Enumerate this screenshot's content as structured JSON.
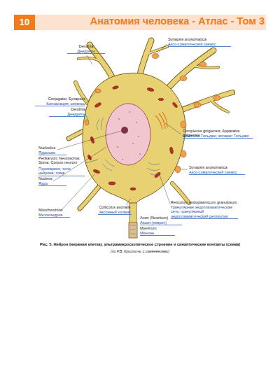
{
  "diagram": {
    "title": "Анатомия человека - Атлас - Том 3",
    "caption": "Рис. 5. Нейрон (нервная клетка), ультрамикроскопическое строение и синаптические контакты (схема)",
    "labels": [
      "10",
      "Dendrita",
      "Дендриты",
      "Synapsis axosomatica",
      "Аксо-соматический синапс",
      "Conjugatio; Synapses",
      "Конъюгация; синапсы",
      "Dendrita",
      "Дендриты",
      "Complexus golgiensis; Apparatus golgiensis",
      "Комплекс Гольджи; аппарат Гольджи",
      "Nucleolus",
      "Ядрышко",
      "Perikaryon; Neurosoma; Soma; Corpus neuroni",
      "Перикарион; тело нейрона; сома",
      "Synapsis axosomatica",
      "Аксо-соматический синапс",
      "Nucleus",
      "Ядро",
      "Reticulum endoplasmicum granulosum",
      "Гранулярная эндоплазматическая сеть; гранулярный эндоплазматический ретикулум",
      "Colliculus axonalis",
      "Аксонный холмик",
      "Mitochondrion",
      "Митохондрия",
      "Axon (Neuritum)",
      "Аксон (неврит)",
      "Myelinum",
      "Миелин",
      "(по Р.В. Кристичу, с изменениями)"
    ]
  }
}
